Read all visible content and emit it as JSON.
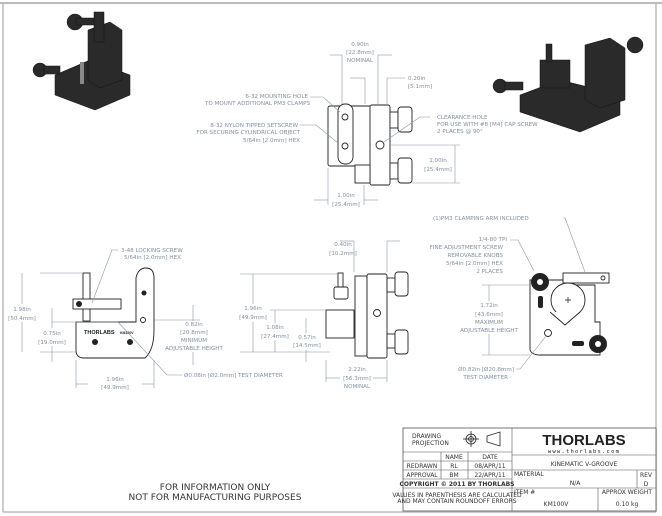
{
  "front_view": {
    "mounting_hole": [
      "6-32 MOUNTING HOLE",
      "TO MOUNT ADDITIONAL PM3 CLAMPS"
    ],
    "setscrew": [
      "8-32 NYLON TIPPED SETSCREW",
      "FOR SECURING CYLINDRICAL OBJECT",
      "5/64in [2.0mm] HEX"
    ],
    "clearance": [
      "CLEARANCE HOLE",
      "FOR USE WITH #8 [M4] CAP SCREW",
      "2 PLACES @ 90°"
    ],
    "dim_width": [
      "0.90in",
      "[22.8mm]",
      "NOMINAL"
    ],
    "dim_offset": [
      "0.20in",
      "[5.1mm]"
    ],
    "dim_height": [
      "1.00in",
      "[25.4mm]"
    ],
    "dim_base": [
      "1.00in",
      "[25.4mm]"
    ]
  },
  "left_view": {
    "locking_screw": [
      "3-48 LOCKING SCREW",
      "5/64in [2.0mm] HEX"
    ],
    "dim_total_height": [
      "1.98in",
      "[50.4mm]"
    ],
    "dim_groove": [
      "0.75in",
      "[19.0mm]"
    ],
    "dim_min": [
      "0.82in",
      "[20.8mm]",
      "MINIMUM",
      "ADJUSTABLE HEIGHT"
    ],
    "test_diameter": "Ø0.08in [Ø2.0mm] TEST DIAMETER",
    "dim_width": [
      "1.96in",
      "[49.9mm]"
    ],
    "brand_mark": "THORLABS",
    "model_mark": "KM100V"
  },
  "side_view": {
    "dim_top": [
      "0.40in",
      "[10.2mm]"
    ],
    "dim_height": [
      "1.96in",
      "[49.9mm]"
    ],
    "dim_a": [
      "1.08in",
      "[27.4mm]"
    ],
    "dim_b": [
      "0.57in",
      "[14.5mm]"
    ],
    "dim_depth": [
      "2.22in",
      "[56.3mm]",
      "NOMINAL"
    ]
  },
  "right_view": {
    "clamp_note": "(1)PM3 CLAMPING ARM INCLUDED",
    "fine_adjust": [
      "1/4-80 TPI",
      "FINE ADJUSTMENT SCREW",
      "REMOVABLE KNOBS",
      "5/64in [2.0mm] HEX",
      "2 PLACES"
    ],
    "dim_max": [
      "1.72in",
      "[43.6mm]",
      "MAXIMUM",
      "ADJUSTABLE HEIGHT"
    ],
    "test_diameter": [
      "Ø0.82in [Ø20.8mm]",
      "TEST DIAMETER"
    ]
  },
  "disclaimer": [
    "FOR INFORMATION ONLY",
    "NOT FOR MANUFACTURING PURPOSES"
  ],
  "title_block": {
    "projection_label": [
      "DRAWING",
      "PROJECTION"
    ],
    "name_header": "NAME",
    "date_header": "DATE",
    "rows": [
      {
        "role": "REDRAWN",
        "name": "RL",
        "date": "08/APR/11"
      },
      {
        "role": "APPROVAL",
        "name": "BM",
        "date": "22/APR/11"
      }
    ],
    "copyright": "COPYRIGHT © 2011 BY THORLABS",
    "values_note": [
      "VALUES IN PARENTHESIS ARE CALCULATED",
      "AND MAY CONTAIN ROUNDOFF ERRORS"
    ],
    "logo": "THORLABS",
    "website": "www.thorlabs.com",
    "title": "KINEMATIC V-GROOVE",
    "material_label": "MATERIAL",
    "material": "N/A",
    "rev_label": "REV",
    "rev": "D",
    "item_label": "ITEM #",
    "item": "KM100V",
    "weight_label": "APPROX WEIGHT",
    "weight": "0.10 kg"
  }
}
